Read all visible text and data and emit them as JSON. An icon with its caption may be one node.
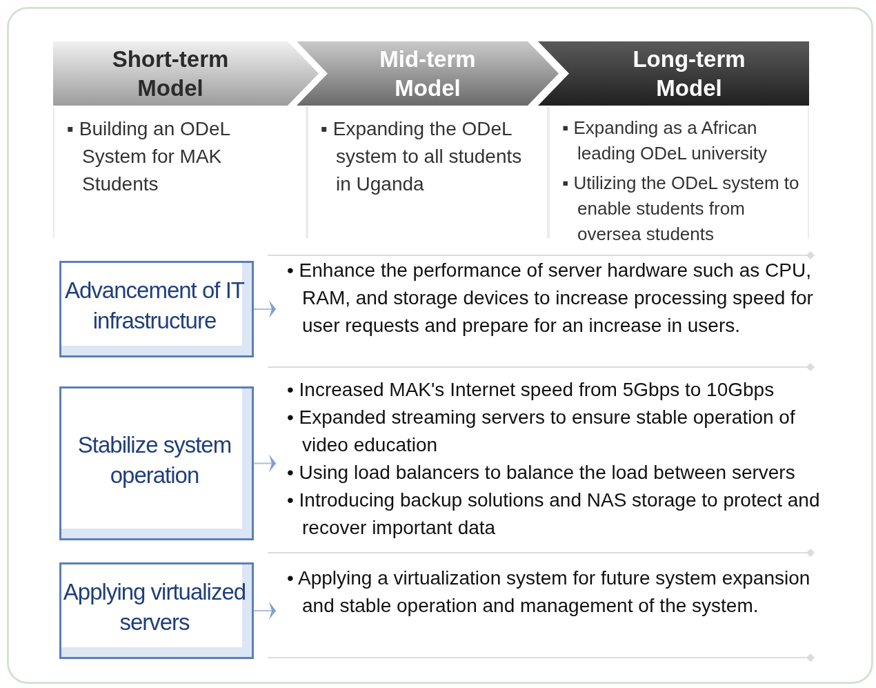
{
  "diagram": {
    "nodes": [
      {
        "text": [
          "Short-term Model"
        ]
      },
      {
        "text": [
          "Mid-term Model"
        ]
      },
      {
        "text": [
          "Long-term Model"
        ]
      },
      {
        "text": [
          "▪ Building an ODeL System for MAK Students"
        ]
      },
      {
        "text": [
          "▪ Expanding the ODeL system to all students in Uganda"
        ]
      },
      {
        "text": [
          "▪ Expanding as a African leading ODeL university",
          "▪ Utilizing the ODeL system to enable students from oversea students"
        ]
      },
      {
        "text": [
          "Advancement of IT infrastructure"
        ]
      },
      {
        "text": [
          "Stabilize system operation"
        ]
      },
      {
        "text": [
          "Applying virtualized servers"
        ]
      },
      {
        "text": [
          "• Enhance the performance of server hardware such as CPU, RAM, and storage devices to increase processing speed for user requests and prepare for an increase in users."
        ]
      },
      {
        "text": [
          "• Increased MAK's Internet speed from 5Gbps to 10Gbps",
          "• Expanded streaming servers to ensure stable operation of video education",
          "• Using load balancers to balance the load between servers",
          "• Introducing backup solutions and NAS storage to protect and recover important data"
        ]
      },
      {
        "text": [
          "• Applying a virtualization system for future system expansion and stable operation and management of the system."
        ]
      }
    ],
    "edges": [
      {
        "from": 6,
        "to": 9,
        "arrow": "to"
      },
      {
        "from": 7,
        "to": 10,
        "arrow": "to"
      },
      {
        "from": 8,
        "to": 11,
        "arrow": "to"
      }
    ]
  }
}
